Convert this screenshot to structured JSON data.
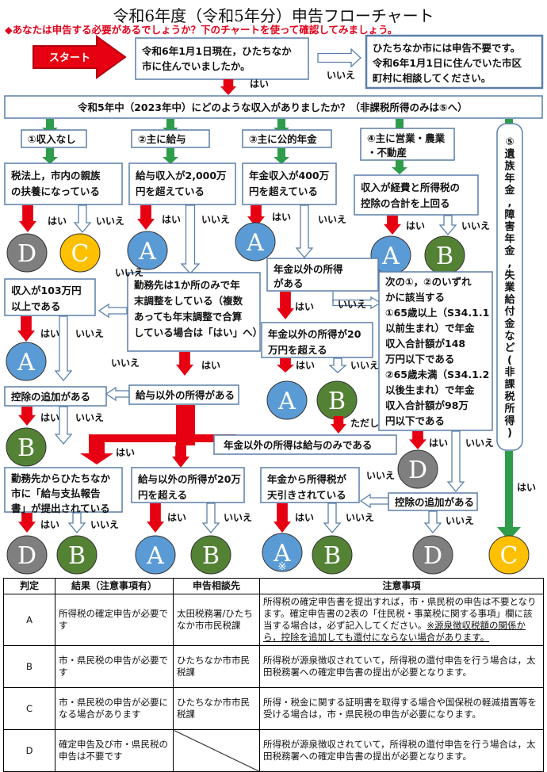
{
  "title": "令和6年度（令和5年分）申告フローチャート",
  "subtitle": "◆あなたは申告する必要があるでしょうか？下のチャートを使って確認してみましょう。",
  "flow": {
    "start": "スタート",
    "q_resident": [
      "令和6年1月1日現在，ひたちなか",
      "市に住んでいましたか。"
    ],
    "no_filing": [
      "ひたちなか市には申告不要です。",
      "令和6年1月1日に住んでいた市区",
      "町村に相談してください。"
    ],
    "q_income": "令和5年中（2023年中）にどのような収入がありましたか？（非課税所得のみは⑤へ）",
    "cat1": "①収入なし",
    "cat2": "②主に給与",
    "cat3": "③主に公的年金",
    "cat4": [
      "④主に営業・農業",
      "・不動産"
    ],
    "cat5": [
      "⑤",
      "遺",
      "族",
      "年",
      "金",
      ",",
      "障",
      "害",
      "年",
      "金",
      ",",
      "失",
      "業",
      "給",
      "付",
      "金",
      "な",
      "ど",
      "(",
      "非",
      "課",
      "税",
      "所",
      "得",
      ")"
    ],
    "q_dependent": [
      "税法上，市内の親族",
      "の扶養になっている"
    ],
    "q_salary": [
      "給与収入が2,000万",
      "円を超えている"
    ],
    "q_pension": [
      "年金収入が400万",
      "円を超えている"
    ],
    "q_business": [
      "収入が経費と所得税の",
      "控除の合計を上回る"
    ],
    "q_other_income": [
      "年金以外の所得",
      "がある"
    ],
    "q_year_end": [
      "勤務先は1か所のみで年",
      "末調整をしている（複数",
      "あっても年末調整で合算",
      "している場合は「はい」へ）"
    ],
    "q_103": [
      "収入が103万円",
      "以上である"
    ],
    "q_other20_pension": [
      "年金以外の所得が20",
      "万円を超える"
    ],
    "q_either": [
      "次の①，②のいずれ",
      "かに該当する",
      "①65歳以上（S34.1.1",
      "以前生まれ）で年金",
      "収入合計額が148",
      "万円以下である",
      "②65歳未満（S34.1.2",
      "以後生まれ）で年金",
      "収入合計額が98万",
      "円以下である"
    ],
    "q_deduction_add": "控除の追加がある",
    "q_salary_other": "給与以外の所得がある",
    "q_pension_other_only": "年金以外の所得は給与のみである",
    "tadashi": "ただし",
    "q_report": [
      "勤務先からひたちなか",
      "市に「給与支払報告",
      "書」が提出されている"
    ],
    "q_salary_other20": [
      "給与以外の所得が20万",
      "円を超える"
    ],
    "q_withheld": [
      "年金から所得税が",
      "天引きされている"
    ],
    "q_deduction_add2": "控除の追加がある",
    "yes": "はい",
    "no": "いいえ",
    "kome": "※"
  },
  "legend": {
    "headers": [
      "判定",
      "結果（注意事項有）",
      "申告相談先",
      "注意事項"
    ],
    "rows": [
      {
        "mark": "A",
        "color": "#5b9bd5",
        "result": "所得税の確定申告が必要です",
        "office": "太田税務署/ひたちなか市市民税課",
        "note_pre": "所得税の確定申告書を提出すれば，市・県民税の申告は不要となります。確定申告書の2表の「住民税・事業税に関する事項」欄に該当する場合は，必ず記入してください。",
        "note_ul": "※源泉徴収税額の関係から，控除を追加しても還付にならない場合があります。"
      },
      {
        "mark": "B",
        "color": "#548235",
        "result": "市・県民税の申告が必要です",
        "office": "ひたちなか市市民税課",
        "note_pre": "所得税が源泉徴収されていて，所得税の還付申告を行う場合は，太田税務署への確定申告書の提出が必要となります。",
        "note_ul": ""
      },
      {
        "mark": "C",
        "color": "#ffc000",
        "result": "市・県民税の申告が必要になる場合があります",
        "office": "ひたちなか市市民税課",
        "note_pre": "所得・税金に関する証明書を取得する場合や国保税の軽減措置等を受ける場合は，市・県民税の申告が必要になります。",
        "note_ul": ""
      },
      {
        "mark": "D",
        "color": "#7f7f7f",
        "result": "確定申告及び市・県民税の申告は不要です",
        "office": "",
        "note_pre": "所得税が源泉徴収されていて，所得税の還付申告を行う場合は，太田税務署への確定申告書の提出が必要となります。",
        "note_ul": ""
      }
    ]
  }
}
